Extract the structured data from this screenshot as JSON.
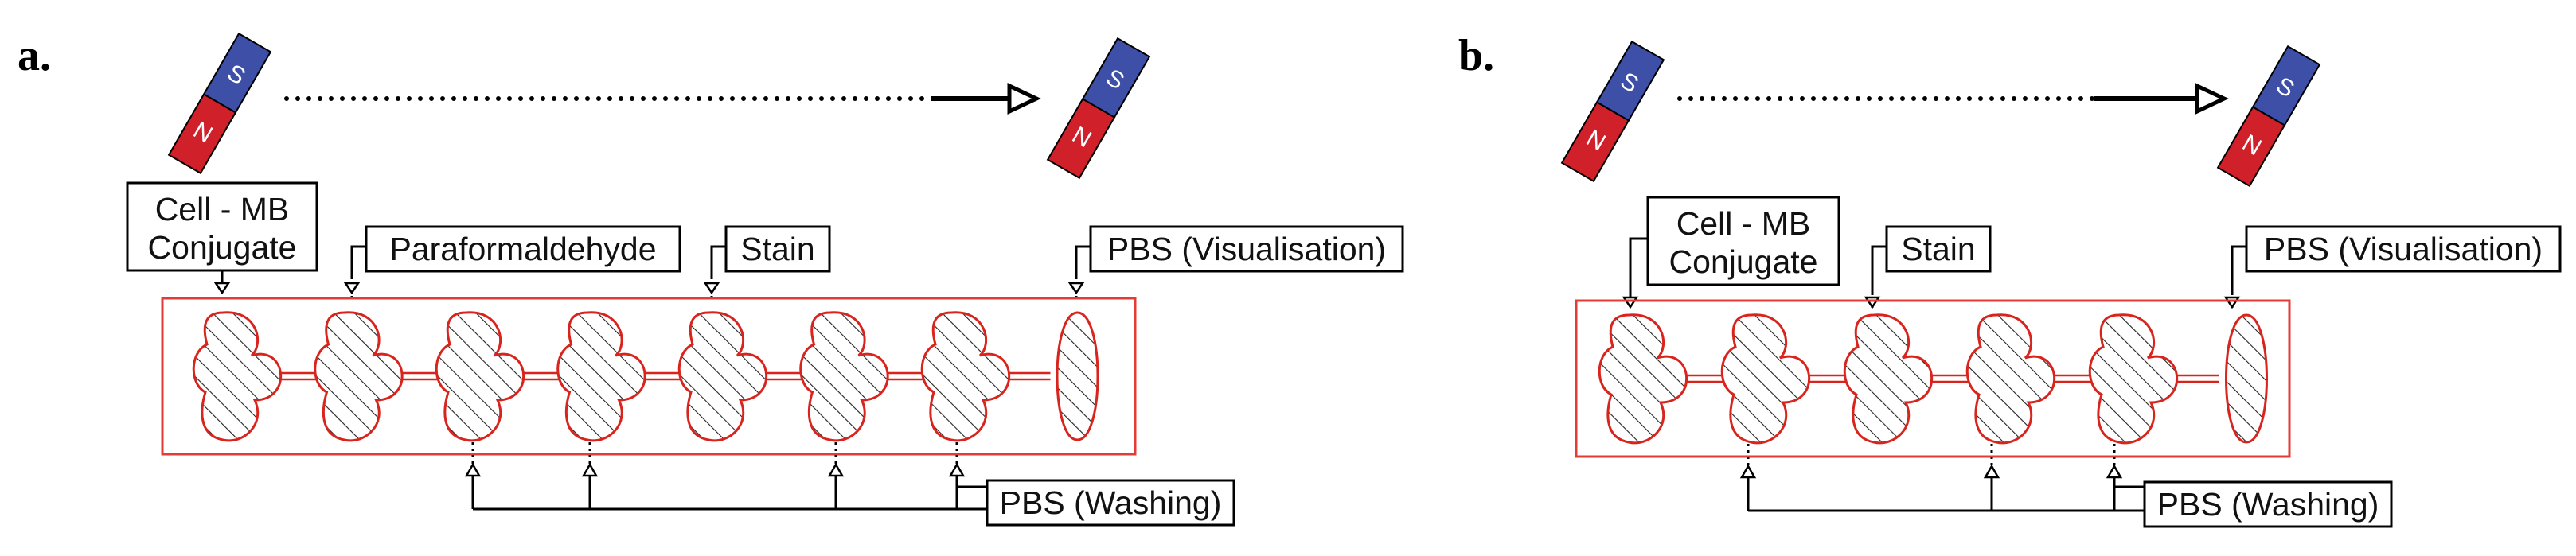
{
  "panels": [
    {
      "letter": "a.",
      "magnet_start": {
        "top": "S",
        "bottom": "N"
      },
      "magnet_end": {
        "top": "S",
        "bottom": "N"
      },
      "chamber_count": 8,
      "inlets": [
        {
          "label": "Cell - MB\nConjugate",
          "lines": [
            "Cell - MB",
            "Conjugate"
          ]
        },
        {
          "label": "Paraformaldehyde",
          "lines": [
            "Paraformaldehyde"
          ]
        },
        {
          "label": "Stain",
          "lines": [
            "Stain"
          ]
        },
        {
          "label": "PBS (Visualisation)",
          "lines": [
            "PBS (Visualisation)"
          ]
        }
      ],
      "washing": {
        "label": "PBS (Washing)",
        "lines": [
          "PBS (Washing)"
        ]
      }
    },
    {
      "letter": "b.",
      "magnet_start": {
        "top": "S",
        "bottom": "N"
      },
      "magnet_end": {
        "top": "S",
        "bottom": "N"
      },
      "chamber_count": 6,
      "inlets": [
        {
          "label": "Cell - MB\nConjugate",
          "lines": [
            "Cell - MB",
            "Conjugate"
          ]
        },
        {
          "label": "Stain",
          "lines": [
            "Stain"
          ]
        },
        {
          "label": "PBS (Visualisation)",
          "lines": [
            "PBS (Visualisation)"
          ]
        }
      ],
      "washing": {
        "label": "PBS (Washing)",
        "lines": [
          "PBS (Washing)"
        ]
      }
    }
  ],
  "colors": {
    "magnet_blue": "#3d4fa6",
    "magnet_red": "#d0202a",
    "chip_border": "#e53b35",
    "chamber_outline": "#d8241c"
  }
}
